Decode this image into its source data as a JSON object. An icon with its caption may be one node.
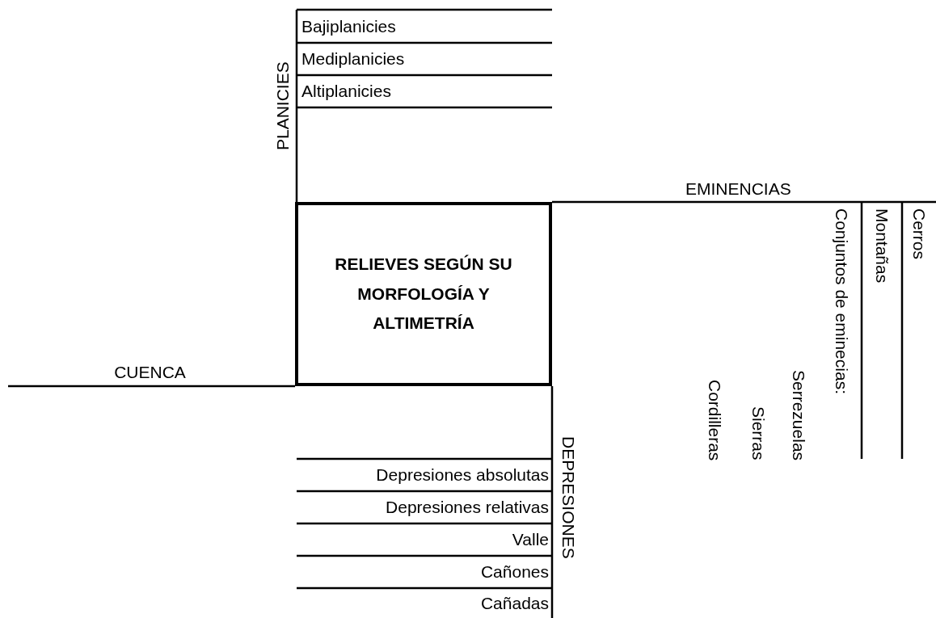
{
  "diagram": {
    "nodes": [
      {
        "text": [
          "RELIEVES SEGÚN SU MORFOLOGÍA Y ALTIMETRÍA"
        ]
      },
      {
        "text": [
          "PLANICIES"
        ]
      },
      {
        "text": [
          "Bajiplanicies"
        ]
      },
      {
        "text": [
          "Mediplanicies"
        ]
      },
      {
        "text": [
          "Altiplanicies"
        ]
      },
      {
        "text": [
          "EMINENCIAS"
        ]
      },
      {
        "text": [
          "Conjuntos de eminecias:"
        ]
      },
      {
        "text": [
          "Montañas"
        ]
      },
      {
        "text": [
          "Cerros"
        ]
      },
      {
        "text": [
          "DEPRESIONES"
        ]
      },
      {
        "text": [
          "Depresiones absolutas"
        ]
      },
      {
        "text": [
          "Depresiones relativas"
        ]
      },
      {
        "text": [
          "Valle"
        ]
      },
      {
        "text": [
          "Cañones"
        ]
      },
      {
        "text": [
          "Cañadas"
        ]
      },
      {
        "text": [
          "CUENCA"
        ]
      }
    ],
    "labels": [
      "Serrezuelas",
      "Sierras",
      "Cordilleras"
    ]
  }
}
